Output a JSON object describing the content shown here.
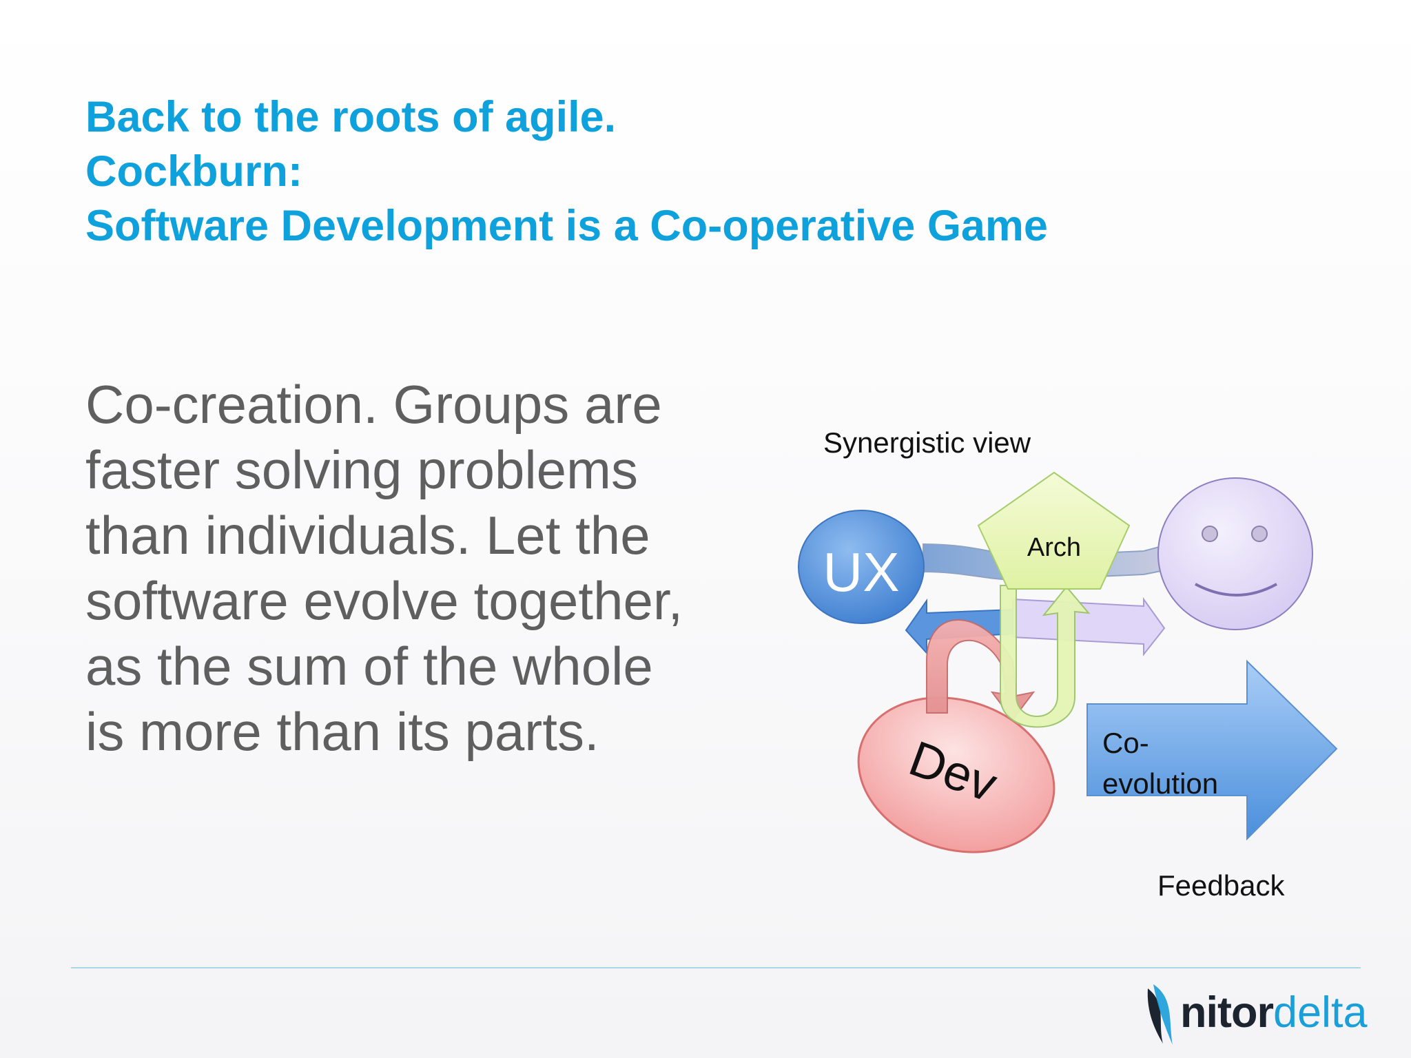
{
  "slide": {
    "title_lines": [
      "Back to the roots of agile.",
      "Cockburn:",
      "Software Development is a Co-operative Game"
    ],
    "body_lines": [
      "Co-creation. Groups are",
      "faster solving problems",
      "than individuals. Let the",
      "software evolve together,",
      "as the sum of the whole",
      "is more than its parts."
    ]
  },
  "diagram": {
    "label_synergistic": "Synergistic view",
    "label_ux": "UX",
    "label_arch": "Arch",
    "label_dev": "Dev",
    "label_coevolution_1": "Co-",
    "label_coevolution_2": "evolution",
    "label_feedback": "Feedback"
  },
  "logo": {
    "word1": "nitor",
    "word2": "delta"
  },
  "colors": {
    "title": "#0ea1dc",
    "body_text": "#5f5f5f",
    "ux_blue": "#4f8fd8",
    "arch_green": "#e9f7b8",
    "dev_red": "#f7b3b3",
    "face_lavender": "#e3dcf6",
    "coevolution_arrow": "#6aa9ea",
    "footer_rule": "#a9d8e6"
  }
}
